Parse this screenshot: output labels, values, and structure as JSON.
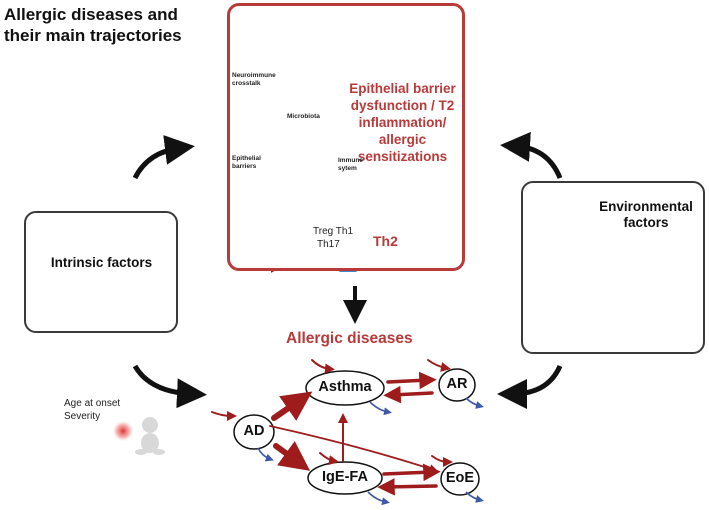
{
  "title": "Allergic diseases and their main trajectories",
  "center": {
    "heading": "Epithelial barrier dysfunction / T2 inflammation/ allergic sensitizations",
    "neuroimmune": "Neuroimmune crosstalk",
    "microbiota": "Microbiota",
    "epithelial": "Epithelial barriers",
    "immune": "Immune sytem",
    "treg": "Treg Th1",
    "th17": "Th17",
    "th2": "Th2"
  },
  "left": {
    "label": "Intrinsic factors"
  },
  "right": {
    "label": "Environmental factors"
  },
  "diseases_title": "Allergic diseases",
  "side_labels": {
    "age": "Age at onset",
    "severity": "Severity"
  },
  "nodes": {
    "asthma": "Asthma",
    "ar": "AR",
    "ad": "AD",
    "igefa": "IgE-FA",
    "eoe": "EoE"
  },
  "colors": {
    "accent_red": "#b83a3a",
    "dark_red": "#9e1c1c",
    "blue_arrow": "#3f58a8",
    "box_border": "#3a3a3a"
  }
}
